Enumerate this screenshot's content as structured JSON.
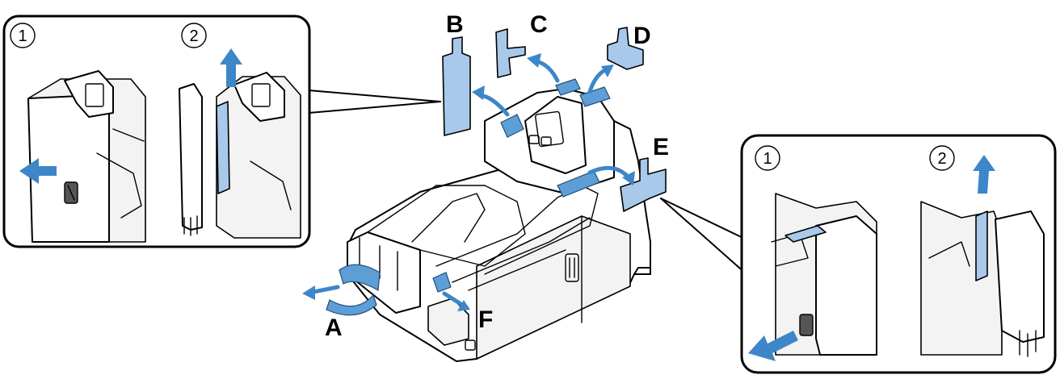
{
  "labels": {
    "a": "A",
    "b": "B",
    "c": "C",
    "d": "D",
    "e": "E",
    "f": "F"
  },
  "left_inset": {
    "step_1": "1",
    "step_2": "2"
  },
  "right_inset": {
    "step_1": "1",
    "step_2": "2"
  },
  "colors": {
    "part_fill": "#a9c9ea",
    "arrow": "#3d86c8",
    "tape": "#5e9ed6",
    "outline": "#000000"
  }
}
